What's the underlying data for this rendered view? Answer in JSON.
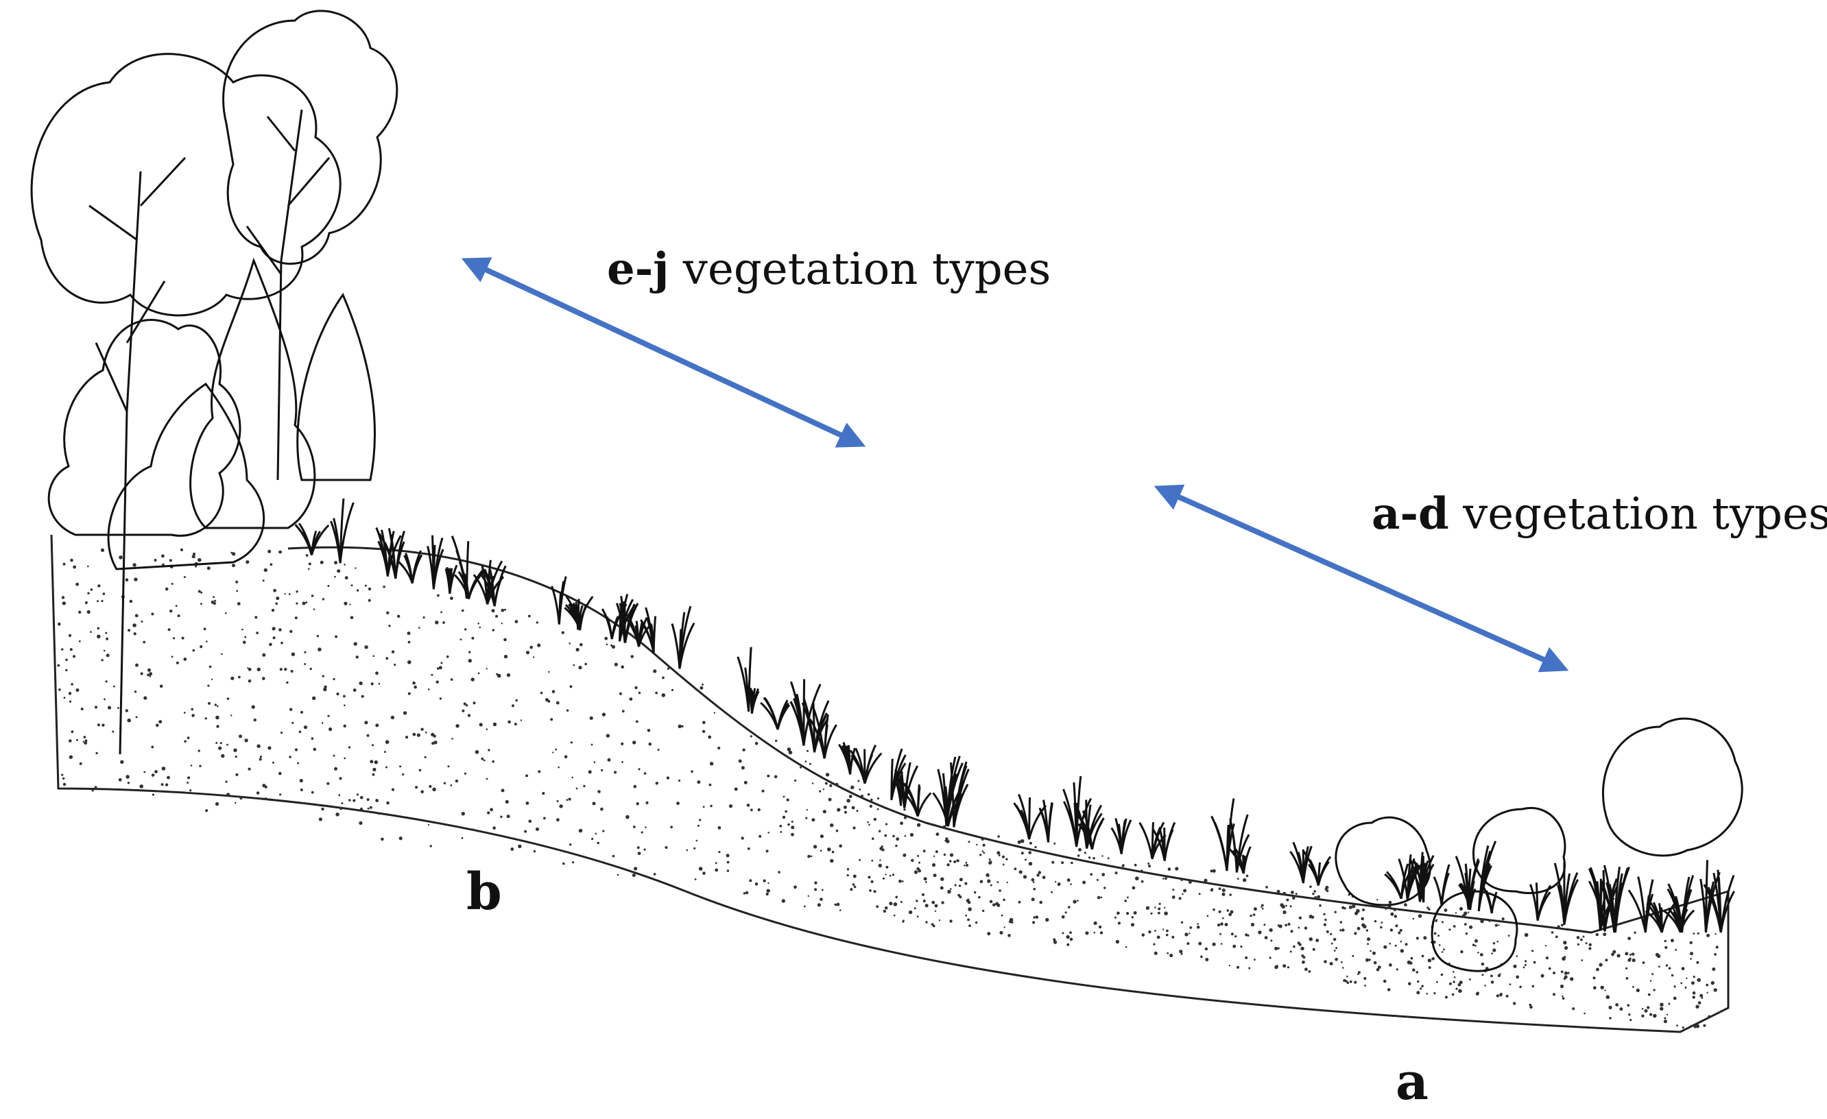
{
  "labels": {
    "upper_zone": {
      "bold": "e-j",
      "text": " vegetation types"
    },
    "lower_zone": {
      "bold": "a-d",
      "text": " vegetation types"
    },
    "point_b": "b",
    "point_a": "a"
  },
  "colors": {
    "arrow": "#4472c4",
    "ink": "#111111",
    "background": "#ffffff"
  },
  "illustration": {
    "style": "pen-and-ink sketch of a vegetated slope",
    "elements": [
      "deciduous-trees",
      "conifer-saplings",
      "herbs-and-grasses",
      "shrubs",
      "stippled-soil"
    ]
  }
}
